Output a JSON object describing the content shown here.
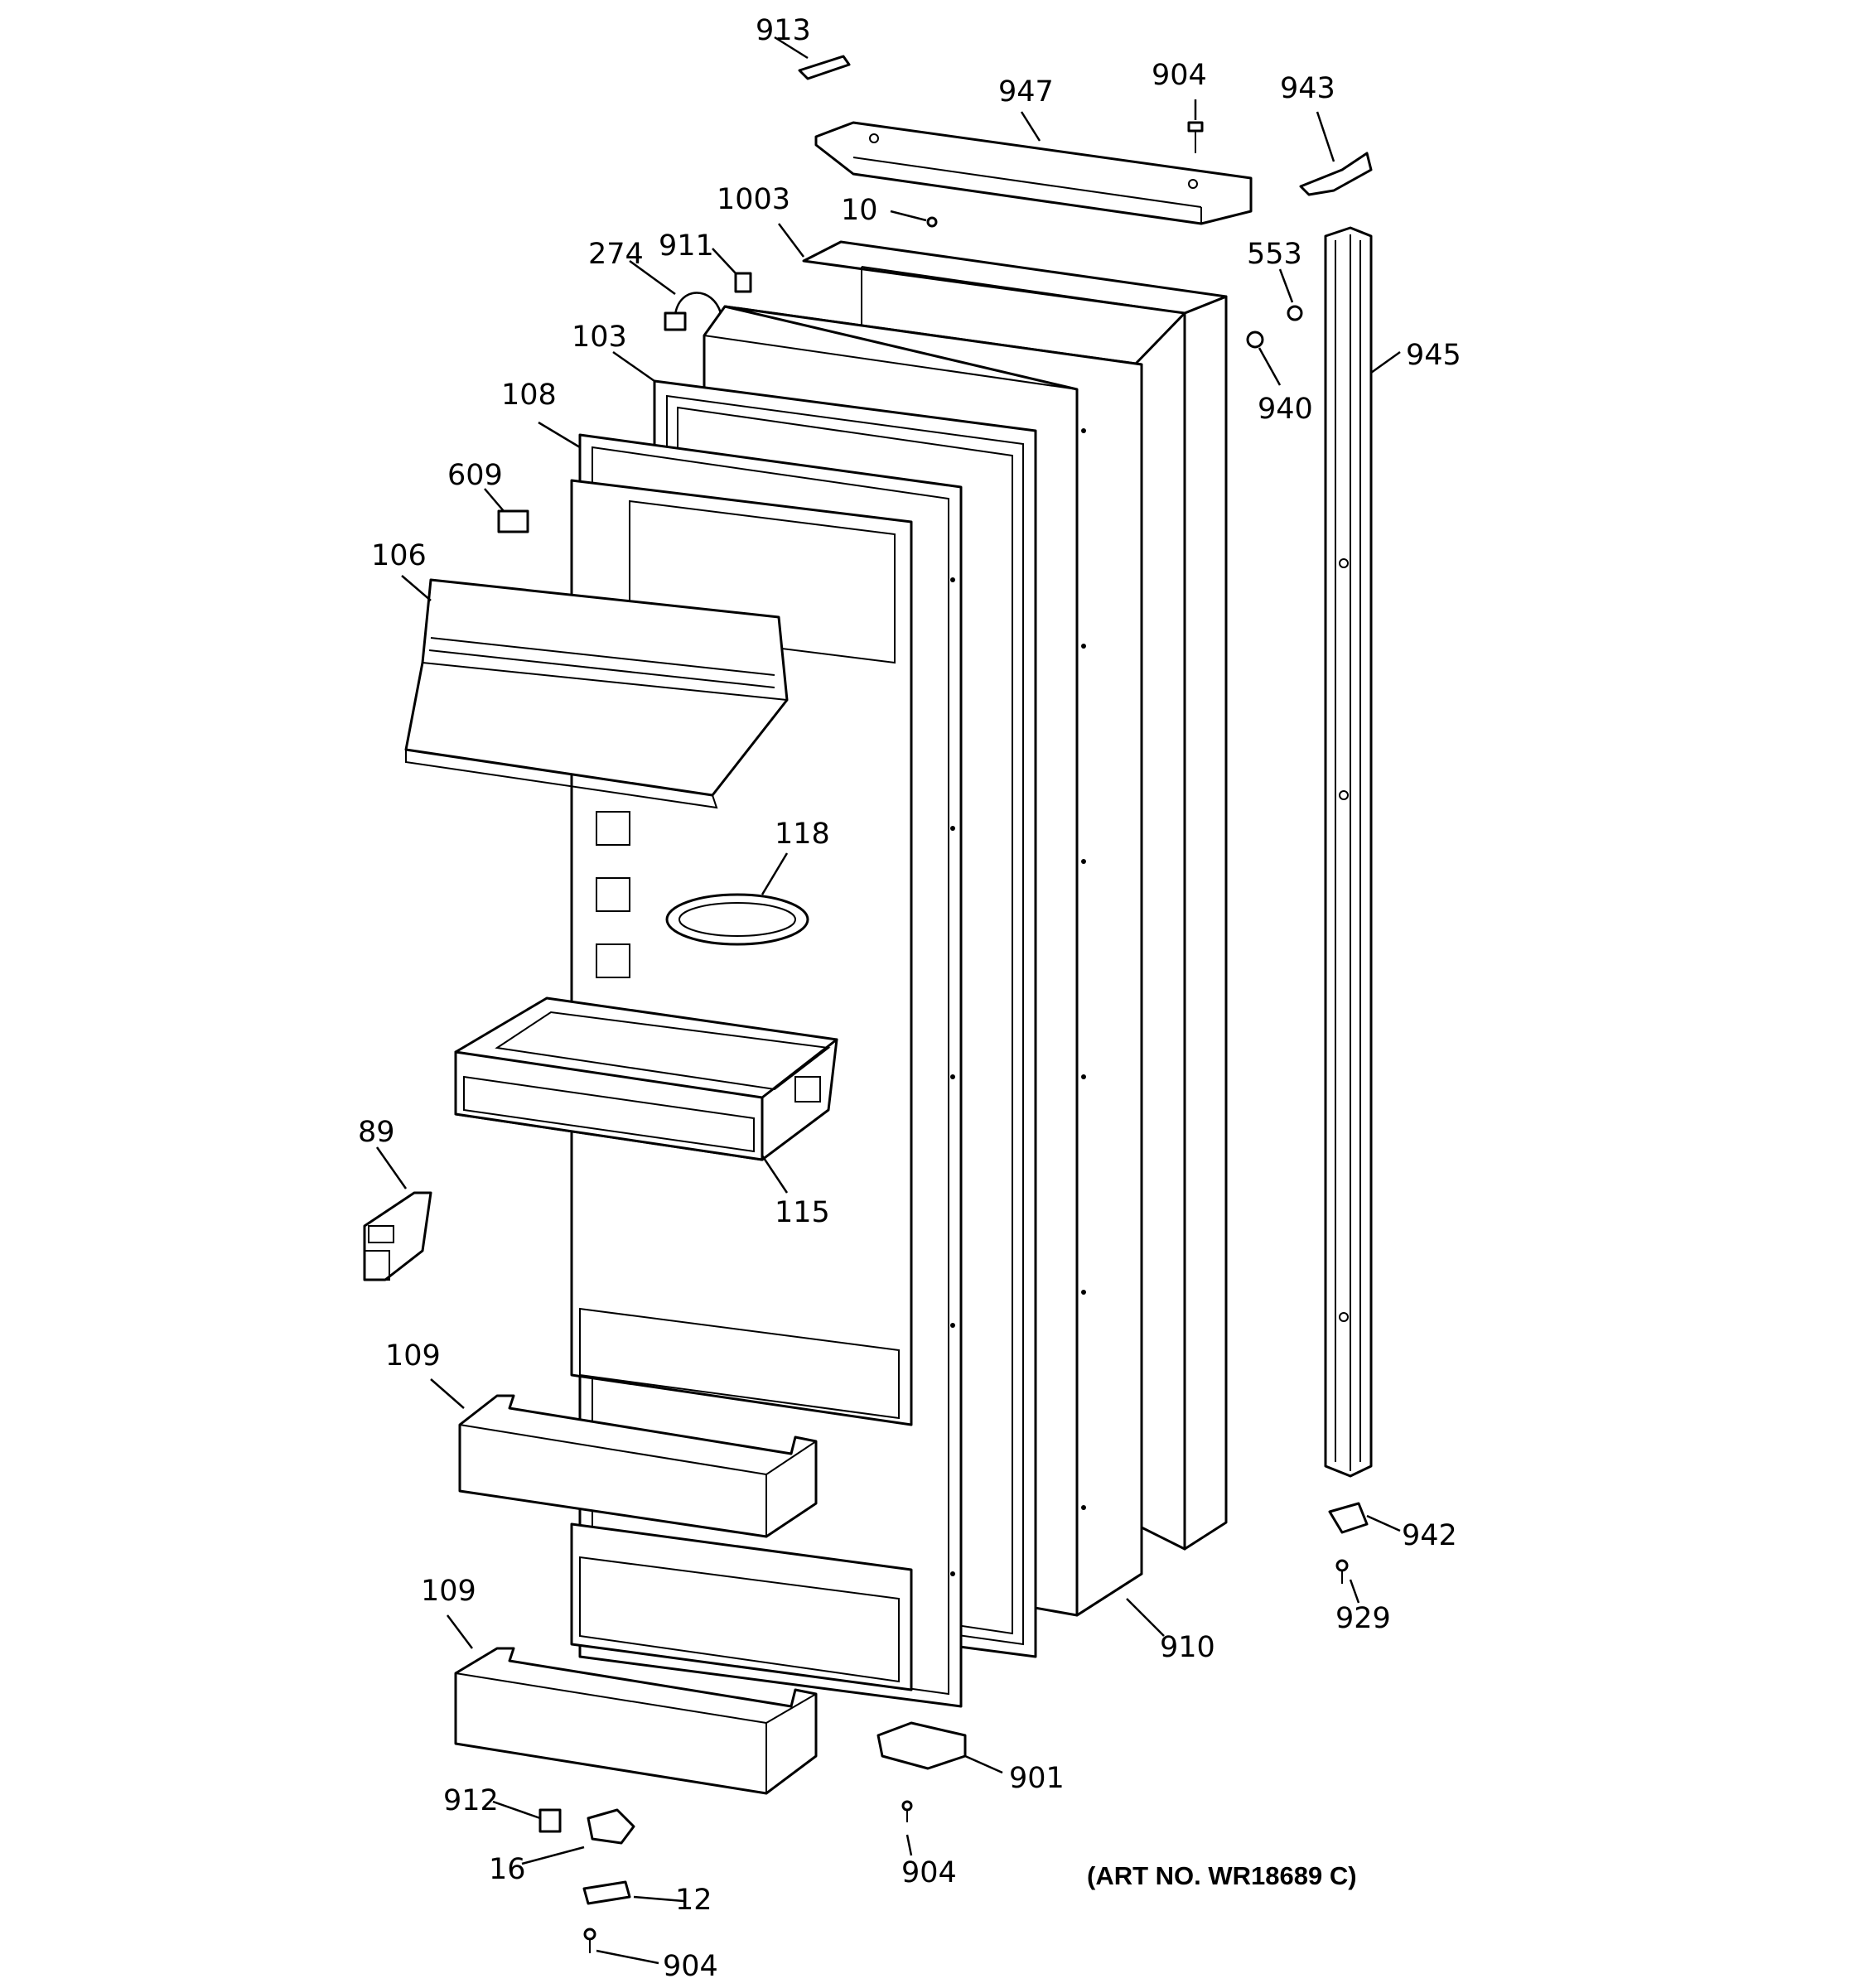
{
  "diagram": {
    "callouts": {
      "c913": "913",
      "c947": "947",
      "c904_top": "904",
      "c943": "943",
      "c10": "10",
      "c1003": "1003",
      "c911": "911",
      "c274": "274",
      "c553": "553",
      "c945": "945",
      "c940": "940",
      "c103": "103",
      "c108": "108",
      "c609": "609",
      "c106": "106",
      "c118": "118",
      "c89": "89",
      "c115": "115",
      "c109_upper": "109",
      "c942": "942",
      "c109_lower": "109",
      "c929": "929",
      "c910": "910",
      "c901": "901",
      "c912": "912",
      "c16": "16",
      "c904_mid": "904",
      "c12": "12",
      "c904_bottom": "904"
    },
    "art_number": "(ART NO. WR18689 C)",
    "colors": {
      "line": "#000000",
      "background": "#ffffff"
    }
  }
}
